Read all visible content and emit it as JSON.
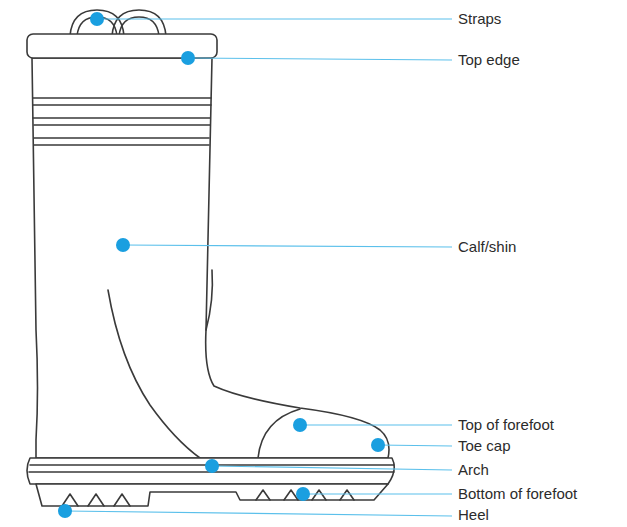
{
  "diagram": {
    "labels": [
      "Straps",
      "Top edge",
      "Calf/shin",
      "Top of forefoot",
      "Toe cap",
      "Arch",
      "Bottom of forefoot",
      "Heel"
    ]
  }
}
